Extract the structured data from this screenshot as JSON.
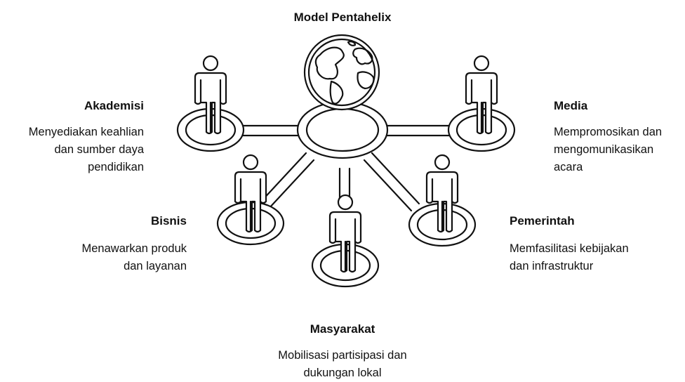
{
  "title": "Model Pentahelix",
  "hub": {
    "icon": "globe-icon"
  },
  "stakeholders": [
    {
      "name": "Akademisi",
      "description": "Menyediakan keahlian\ndan sumber daya\npendidikan",
      "icon": "person-icon"
    },
    {
      "name": "Media",
      "description": "Mempromosikan dan\nmengomunikasikan\nacara",
      "icon": "person-icon"
    },
    {
      "name": "Bisnis",
      "description": "Menawarkan produk\ndan layanan",
      "icon": "person-icon"
    },
    {
      "name": "Pemerintah",
      "description": "Memfasilitasi kebijakan\ndan infrastruktur",
      "icon": "person-icon"
    },
    {
      "name": "Masyarakat",
      "description": "Mobilisasi partisipasi dan\ndukungan lokal",
      "icon": "person-icon"
    }
  ]
}
